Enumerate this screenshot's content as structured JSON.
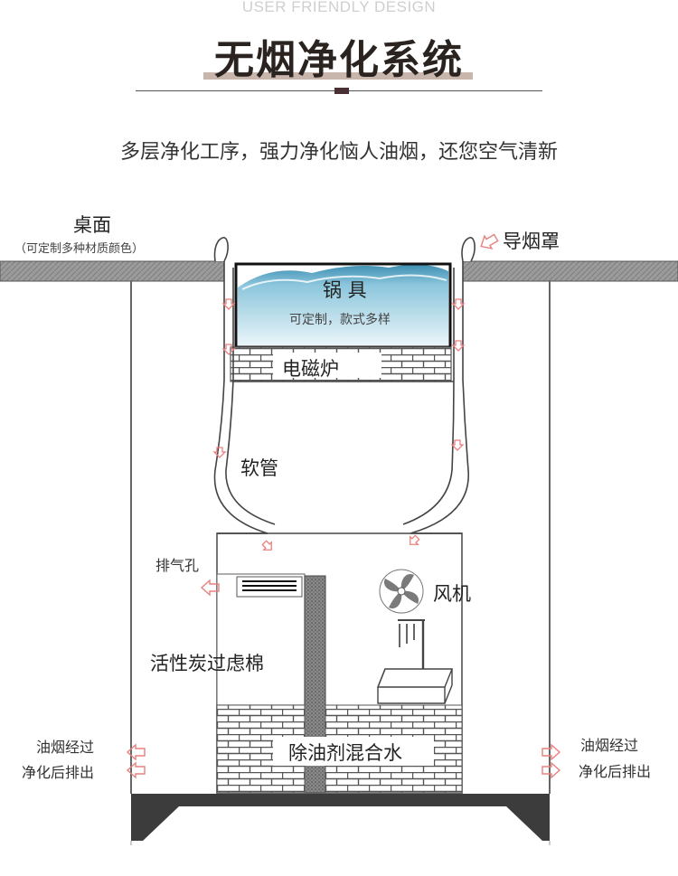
{
  "header": {
    "english": "USER FRIENDLY DESIGN",
    "title": "无烟净化系统",
    "subtitle": "多层净化工序，强力净化恼人油烟，还您空气清新"
  },
  "labels": {
    "table_top": "桌面",
    "table_top_note": "（可定制多种材质颜色）",
    "smoke_hood": "导烟罩",
    "pot": "锅 具",
    "pot_note": "可定制，款式多样",
    "induction_cooker": "电磁炉",
    "hose": "软管",
    "exhaust_hole": "排气孔",
    "fan": "风机",
    "carbon_filter": "活性炭过虑棉",
    "degreaser_water": "除油剂混合水",
    "left_outlet_line1": "油烟经过",
    "left_outlet_line2": "净化后排出",
    "right_outlet_line1": "油烟经过",
    "right_outlet_line2": "净化后排出"
  },
  "colors": {
    "arrow": "#e8807f",
    "water": "#6fb3cf",
    "table": "#9a9a9a",
    "base": "#3c3c3c",
    "brick": "#666666"
  }
}
